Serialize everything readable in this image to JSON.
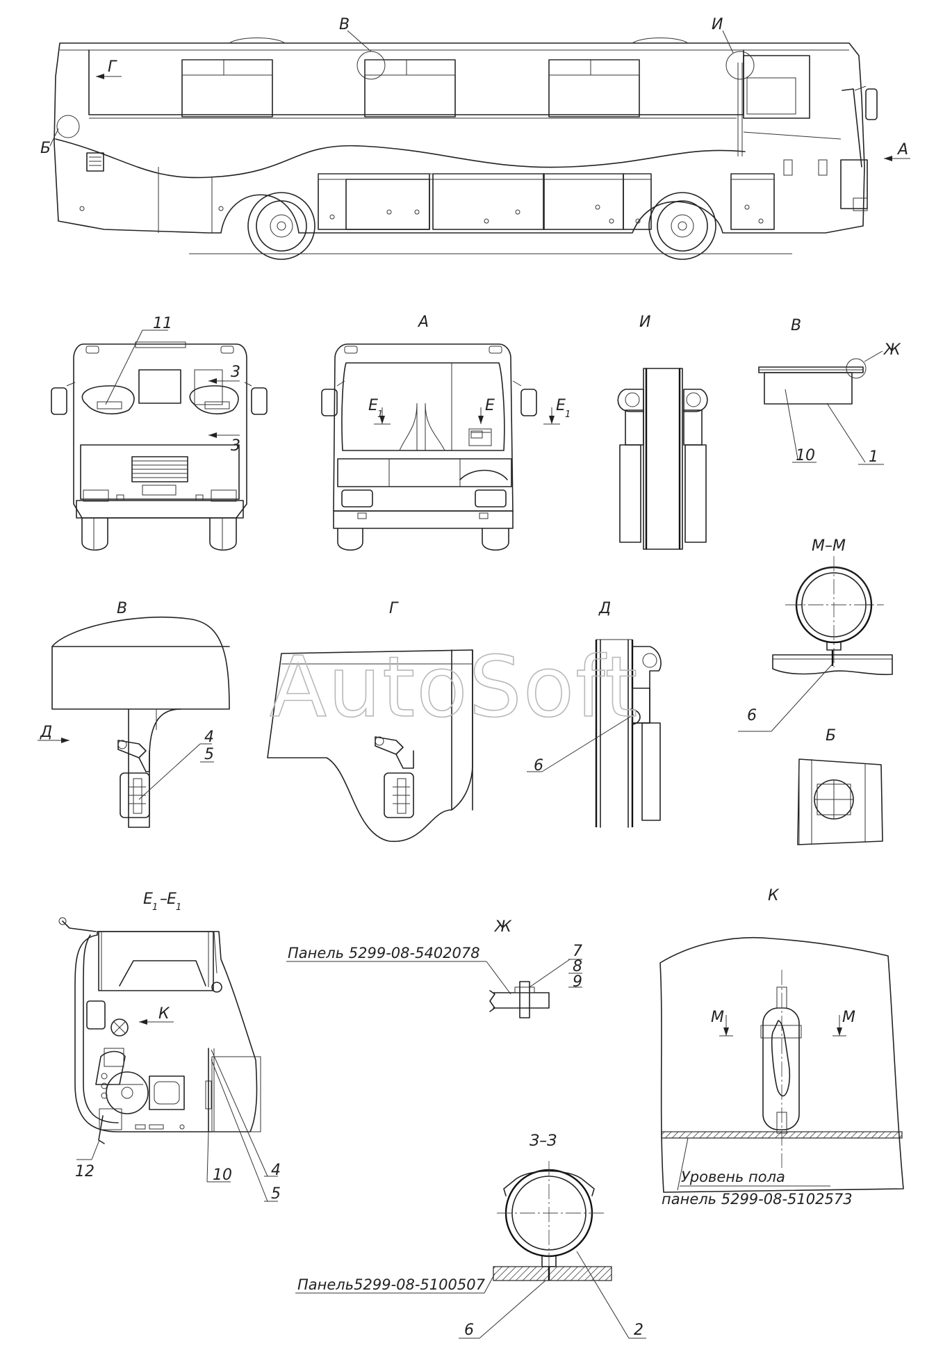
{
  "labels": {
    "side_V": "В",
    "side_I": "И",
    "side_G": "Г",
    "side_B": "Б",
    "side_A": "А",
    "rear_11": "11",
    "rear_3a": "3",
    "rear_3b": "3",
    "front_title": "А",
    "front_E1_left": "Е",
    "front_E": "Е",
    "front_E1_right": "Е",
    "front_E1_sub": "1",
    "view_I_title": "И",
    "view_V_title": "В",
    "view_V_Zh": "Ж",
    "view_V_10": "10",
    "view_V_1": "1",
    "mm_title": "М–М",
    "mm_6": "6",
    "v2_title": "В",
    "v2_D": "Д",
    "v2_4": "4",
    "v2_5": "5",
    "g_title": "Г",
    "d_title": "Д",
    "d_6": "6",
    "b_title": "Б",
    "e1_title": "Е",
    "e1_sub": "1",
    "e1_K": "К",
    "e1_12": "12",
    "e1_10": "10",
    "e1_4": "4",
    "e1_5": "5",
    "zh_title": "Ж",
    "zh_panel": "Панель  5299-08-5402078",
    "zh_7": "7",
    "zh_8": "8",
    "zh_9": "9",
    "k_title": "К",
    "k_M1": "М",
    "k_M2": "М",
    "k_floor": "Уровень пола",
    "k_panel": "панель  5299-08-5102573",
    "z_title": "З–З",
    "z_panel": "Панель5299-08-5100507",
    "z_6": "6",
    "z_2": "2"
  },
  "watermark": "AutoSoft"
}
